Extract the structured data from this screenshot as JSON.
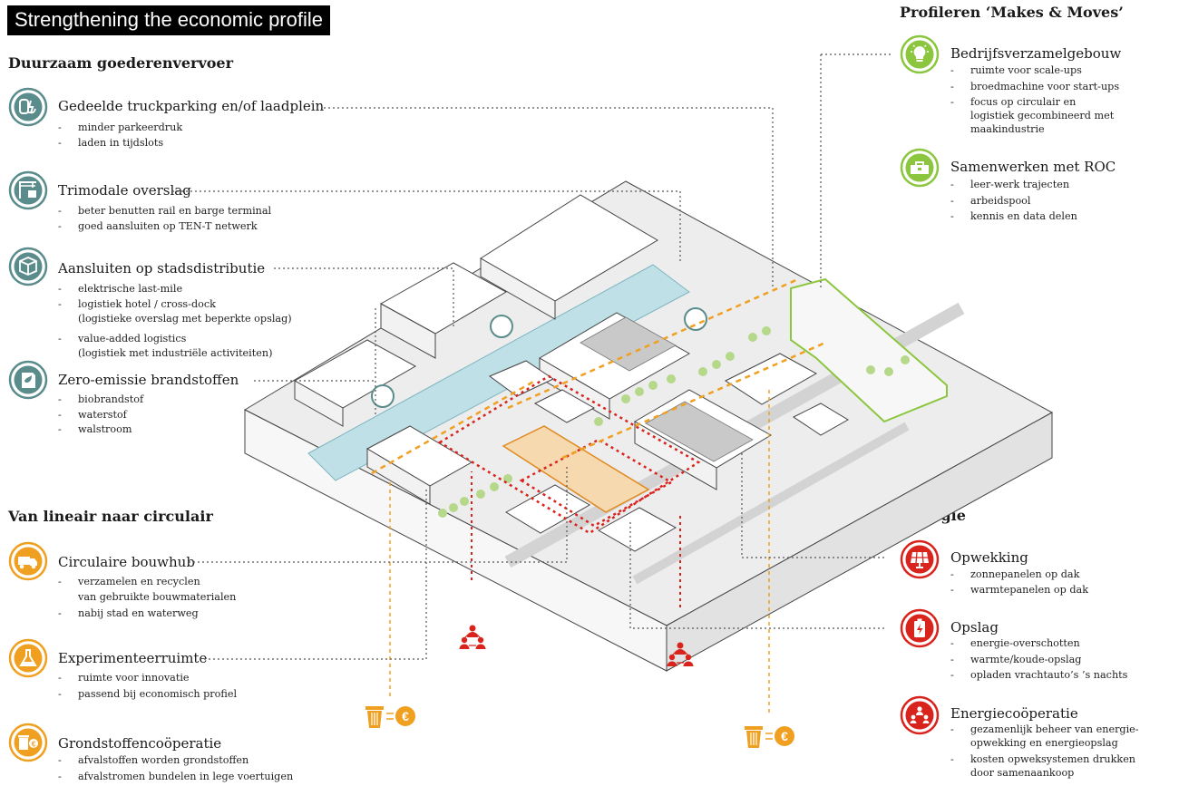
{
  "title": "Strengthening the economic profile",
  "left_sections": [
    {
      "heading": "Duurzaam goederenvervoer",
      "items": [
        {
          "title": "Gedeelde truckparking en/of laadplein",
          "icon": "truck-charging-icon",
          "bullets": [
            [
              "minder parkeerdruk"
            ],
            [
              "laden in tijdslots"
            ]
          ]
        },
        {
          "title": "Trimodale overslag",
          "icon": "crane-icon",
          "bullets": [
            [
              "beter benutten rail en barge terminal"
            ],
            [
              "goed aansluiten op TEN-T netwerk"
            ]
          ]
        },
        {
          "title": "Aansluiten op stadsdistributie",
          "icon": "box-icon",
          "bullets": [
            [
              "elektrische last-mile"
            ],
            [
              "logistiek hotel / cross-dock",
              "(logistieke overslag met beperkte opslag)"
            ],
            [
              "value-added logistics",
              "(logistiek met industriële activiteiten)"
            ]
          ]
        },
        {
          "title": "Zero-emissie brandstoffen",
          "icon": "fuel-can-icon",
          "bullets": [
            [
              "biobrandstof"
            ],
            [
              "waterstof"
            ],
            [
              "walstroom"
            ]
          ]
        }
      ]
    },
    {
      "heading": "Van lineair naar circulair",
      "items": [
        {
          "title": "Circulaire bouwhub",
          "icon": "recycling-truck-icon",
          "bullets": [
            [
              "verzamelen en recyclen",
              "van gebruikte bouwmaterialen"
            ],
            [
              "nabij stad en waterweg"
            ]
          ]
        },
        {
          "title": "Experimenteerruimte",
          "icon": "flask-icon",
          "bullets": [
            [
              "ruimte voor innovatie"
            ],
            [
              "passend bij economisch profiel"
            ]
          ]
        },
        {
          "title": "Grondstoffencoöperatie",
          "icon": "bin-euro-icon",
          "bullets": [
            [
              "afvalstoffen worden grondstoffen"
            ],
            [
              "afvalstromen bundelen in lege voertuigen"
            ]
          ]
        }
      ]
    }
  ],
  "right_sections": [
    {
      "heading": "Profileren ‘Makes & Moves’",
      "items": [
        {
          "title": "Bedrijfsverzamelgebouw",
          "icon": "lightbulb-icon",
          "bullets": [
            [
              "ruimte voor scale-ups"
            ],
            [
              "broedmachine voor start-ups"
            ],
            [
              "focus op circulair en",
              "logistiek gecombineerd met",
              "maakindustrie"
            ]
          ]
        },
        {
          "title": "Samenwerken met ROC",
          "icon": "toolbox-icon",
          "bullets": [
            [
              "leer-werk trajecten"
            ],
            [
              "arbeidspool"
            ],
            [
              "kennis en data delen"
            ]
          ]
        }
      ]
    },
    {
      "heading": "Energie",
      "items": [
        {
          "title": "Opwekking",
          "icon": "solar-panel-icon",
          "bullets": [
            [
              "zonnepanelen op dak"
            ],
            [
              "warmtepanelen op dak"
            ]
          ]
        },
        {
          "title": "Opslag",
          "icon": "battery-icon",
          "bullets": [
            [
              "energie-overschotten"
            ],
            [
              "warmte/koude-opslag"
            ],
            [
              "opladen vrachtauto’s ’s nachts"
            ]
          ]
        },
        {
          "title": "Energiecoöperatie",
          "icon": "people-network-icon",
          "bullets": [
            [
              "gezamenlijk beheer van energie-",
              "opwekking en energieopslag"
            ],
            [
              "kosten opweksystemen drukken",
              "door samenaankoop"
            ]
          ]
        }
      ]
    }
  ],
  "colors": {
    "teal": "#5b8c8c",
    "orange": "#f0a020",
    "green": "#8cc63f",
    "red": "#d9231d",
    "water": "#bfe0e6",
    "building": "#ffffff",
    "ground": "#ececec"
  },
  "map_markers": [
    {
      "icon": "people-network-icon",
      "color": "red"
    },
    {
      "icon": "people-network-icon",
      "color": "red"
    },
    {
      "icon": "bin-euro-icon",
      "color": "orange"
    },
    {
      "icon": "bin-euro-icon",
      "color": "orange"
    }
  ]
}
